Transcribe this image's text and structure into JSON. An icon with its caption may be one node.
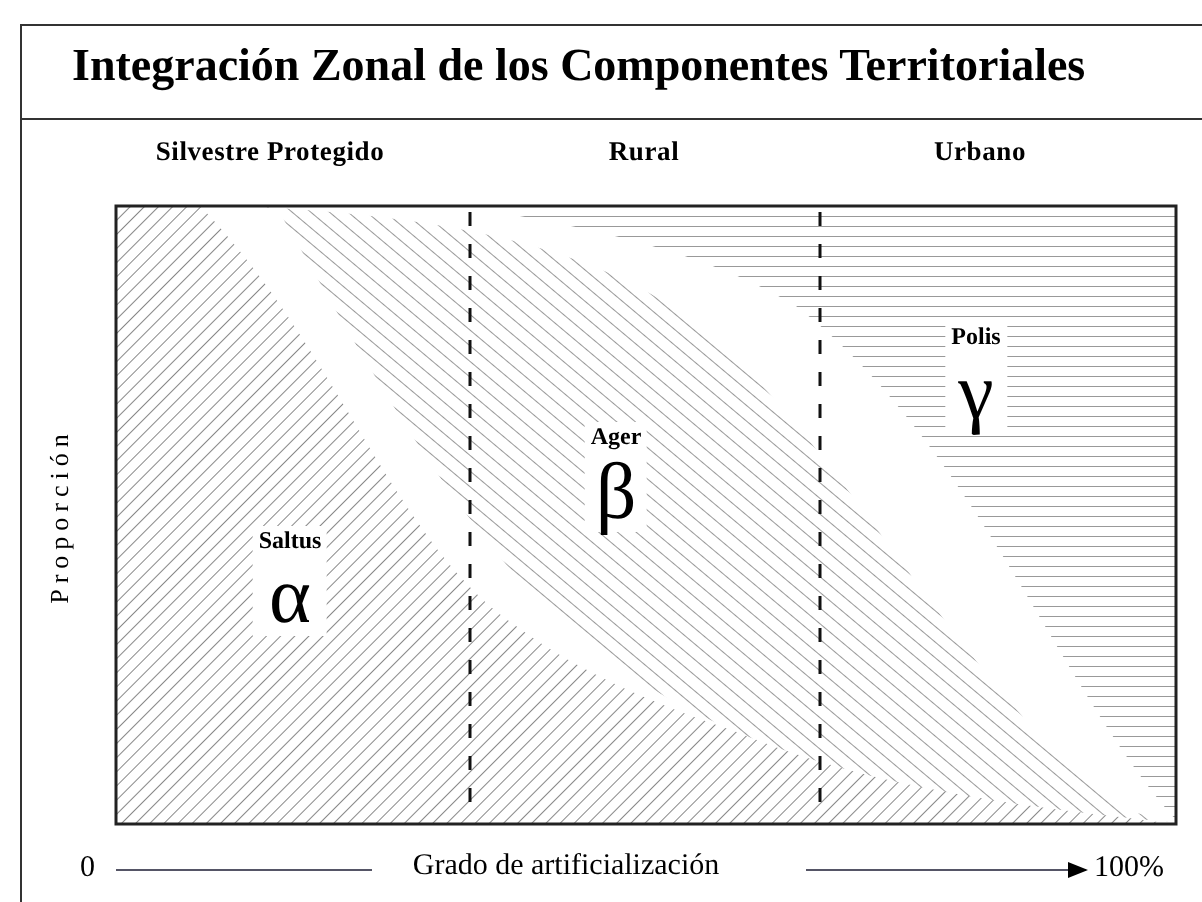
{
  "diagram": {
    "title": "Integración Zonal de los Componentes Territoriales",
    "nodes": [
      {
        "text": [
          "Saltus",
          "α"
        ]
      },
      {
        "text": [
          "Ager",
          "β"
        ]
      },
      {
        "text": [
          "Polis",
          "γ"
        ]
      }
    ],
    "labels": [
      "Silvestre Protegido",
      "Rural",
      "Urbano",
      "Proporción",
      "0",
      "Grado de artificialización",
      "100%"
    ]
  }
}
